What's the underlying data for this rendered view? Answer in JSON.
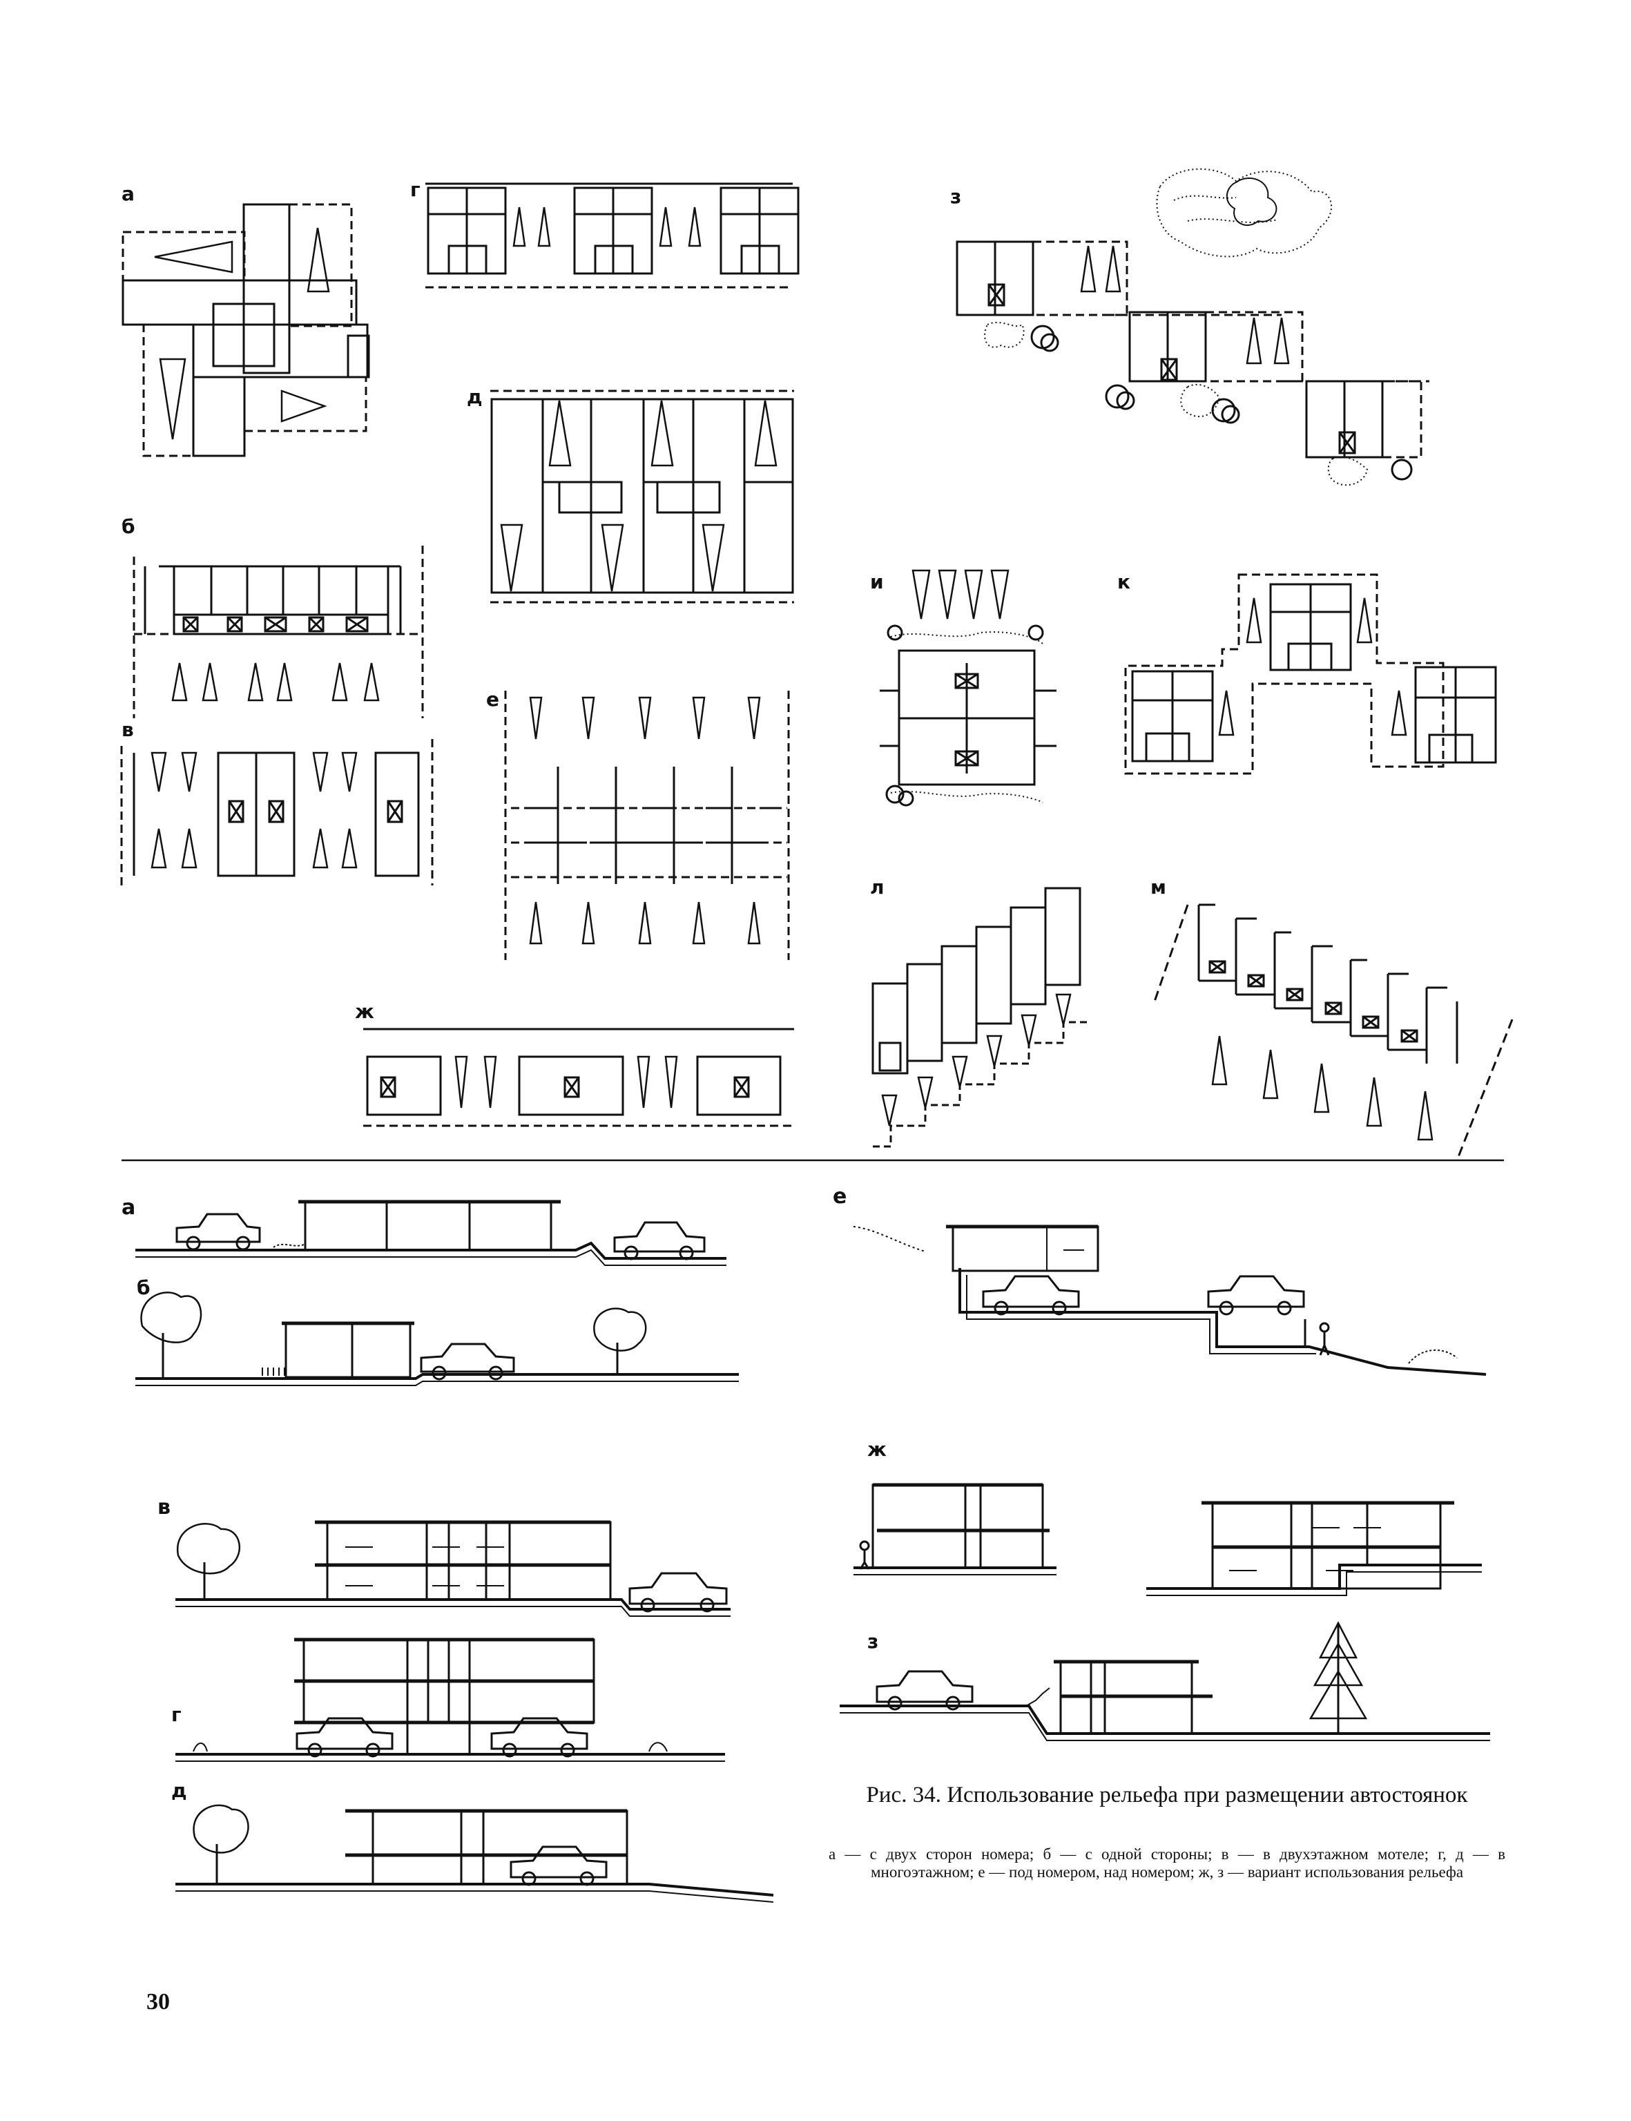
{
  "plan_labels": {
    "a": "а",
    "b": "б",
    "v": "в",
    "g": "г",
    "d": "д",
    "e": "е",
    "zh": "ж",
    "z": "з",
    "i": "и",
    "k": "к",
    "l": "л",
    "m": "м"
  },
  "section_labels": {
    "a": "а",
    "b": "б",
    "v": "в",
    "g": "г",
    "d": "д",
    "e": "е",
    "zh": "ж",
    "z": "з"
  },
  "caption": {
    "title": "Рис. 34. Использование рельефа при размещении автостоянок",
    "text": "а — с двух сторон номера; б — с одной стороны; в — в двухэтажном мотеле; г, д — в многоэтажном; е — под номером, над номером; ж, з — вариант использования рельефа"
  },
  "page_number": "30"
}
